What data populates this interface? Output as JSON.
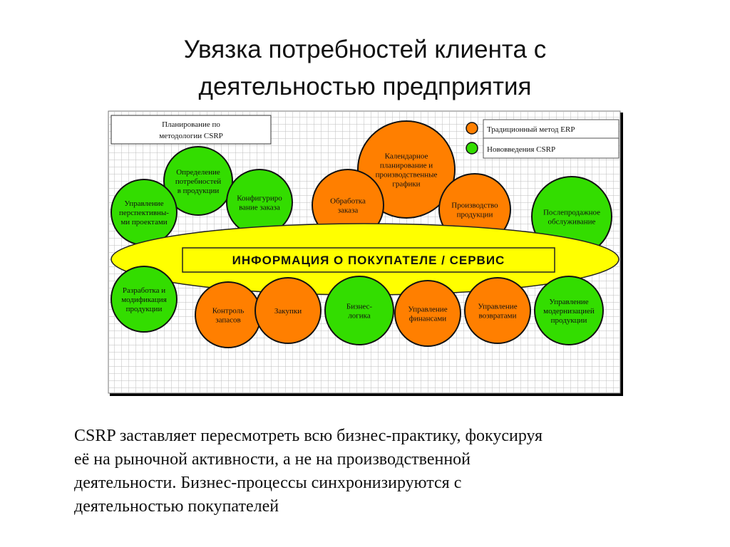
{
  "title": {
    "line1": "Увязка потребностей клиента с",
    "line2": "деятельностью предприятия"
  },
  "colors": {
    "traditional": "#ff7f00",
    "new": "#33dd00",
    "banner": "#ffff00",
    "grid": "#bdbdbd"
  },
  "diagram": {
    "header_box": [
      "Планирование по",
      "методологии CSRP"
    ],
    "legend": [
      {
        "label": "Традиционный метод ERP",
        "color": "#ff7f00"
      },
      {
        "label": "Нововведения CSRP",
        "color": "#33dd00"
      }
    ],
    "banner": "ИНФОРМАЦИЯ О ПОКУПАТЕЛЕ / СЕРВИС",
    "nodes": [
      {
        "id": "calendar-planning",
        "kind": "traditional",
        "lines": [
          "Календарное",
          "планирование и",
          "производственные",
          "графики"
        ]
      },
      {
        "id": "order-processing",
        "kind": "traditional",
        "lines": [
          "Обработка",
          "заказа"
        ]
      },
      {
        "id": "production",
        "kind": "traditional",
        "lines": [
          "Производство",
          "продукции"
        ]
      },
      {
        "id": "inventory-control",
        "kind": "traditional",
        "lines": [
          "Контроль",
          "запасов"
        ]
      },
      {
        "id": "purchasing",
        "kind": "traditional",
        "lines": [
          "Закупки"
        ]
      },
      {
        "id": "finance-management",
        "kind": "traditional",
        "lines": [
          "Управление",
          "финансами"
        ]
      },
      {
        "id": "returns-management",
        "kind": "traditional",
        "lines": [
          "Управление",
          "возвратами"
        ]
      },
      {
        "id": "needs-definition",
        "kind": "new",
        "lines": [
          "Определение",
          "потребностей",
          "в продукции"
        ]
      },
      {
        "id": "prospective-projects",
        "kind": "new",
        "lines": [
          "Управление",
          "перспективны-",
          "ми проектами"
        ]
      },
      {
        "id": "order-configuration",
        "kind": "new",
        "lines": [
          "Конфигуриро",
          "вание заказа"
        ]
      },
      {
        "id": "after-sales",
        "kind": "new",
        "lines": [
          "Послепродажное",
          "обслуживание"
        ]
      },
      {
        "id": "development",
        "kind": "new",
        "lines": [
          "Разработка и",
          "модификация",
          "продукции"
        ]
      },
      {
        "id": "business-logic",
        "kind": "new",
        "lines": [
          "Бизнес-",
          "логика"
        ]
      },
      {
        "id": "modernization",
        "kind": "new",
        "lines": [
          "Управление",
          "модернизацией",
          "продукции"
        ]
      }
    ]
  },
  "caption": {
    "line1": "CSRP заставляет пересмотреть всю бизнес-практику, фокусируя",
    "line2": "её на рыночной активности, а не на производственной",
    "line3": "деятельности. Бизнес-процессы синхронизируются с",
    "line4": "деятельностью покупателей"
  }
}
